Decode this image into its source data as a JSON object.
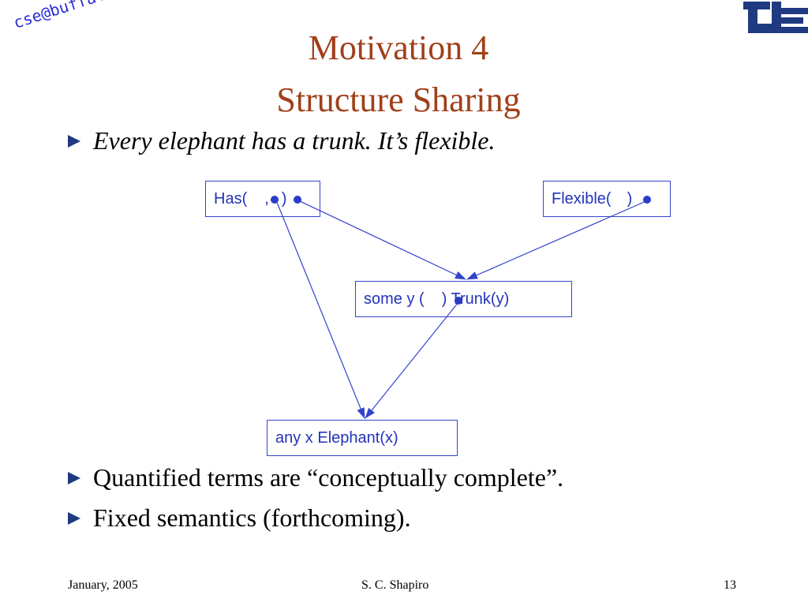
{
  "logo": {
    "cse": "cse@buffalo",
    "ub": "UB"
  },
  "title": {
    "line1": "Motivation 4",
    "line2": "Structure Sharing"
  },
  "bullets": [
    "Every elephant has a trunk.  It’s flexible.",
    "Quantified terms are “conceptually complete”.",
    "Fixed semantics (forthcoming)."
  ],
  "diagram": {
    "nodes": {
      "has": {
        "prefix": "Has(",
        "sep": ",",
        "suffix": ")"
      },
      "flexible": {
        "prefix": "Flexible(",
        "suffix": ")"
      },
      "some": {
        "prefix": "some y (",
        "suffix": ") Trunk(y)"
      },
      "any": {
        "label": "any x Elephant(x)"
      }
    },
    "colors": {
      "edge": "#3344cc",
      "dot": "#2a3cc8"
    }
  },
  "footer": {
    "date": "January, 2005",
    "author": "S. C. Shapiro",
    "page": "13"
  }
}
